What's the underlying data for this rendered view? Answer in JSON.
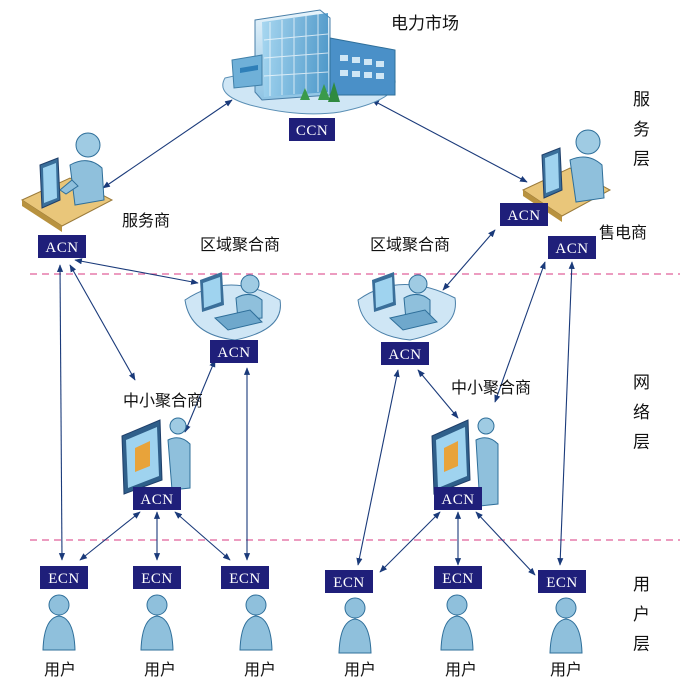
{
  "colors": {
    "node_fill": "#1f1f7a",
    "node_text": "#ffffff",
    "arrow": "#1a3a7a",
    "divider": "#e0609a",
    "person_body": "#8fc0dc",
    "person_dark": "#2f6f9a"
  },
  "market": {
    "label": "电力市场",
    "node": "CCN",
    "icon": "building-icon"
  },
  "layers": {
    "service": "服务层",
    "network": "网络层",
    "user": "用户层"
  },
  "labels": {
    "service_provider": "服务商",
    "seller": "售电商",
    "regional_left": "区域聚合商",
    "regional_right": "区域聚合商",
    "small_left": "中小聚合商",
    "small_right": "中小聚合商"
  },
  "nodes": {
    "acn_provider": "ACN",
    "acn_seller_a": "ACN",
    "acn_seller_b": "ACN",
    "acn_regional_left": "ACN",
    "acn_regional_right": "ACN",
    "acn_small_left": "ACN",
    "acn_small_right": "ACN",
    "ecn_1": "ECN",
    "ecn_2": "ECN",
    "ecn_3": "ECN",
    "ecn_4": "ECN",
    "ecn_5": "ECN",
    "ecn_6": "ECN"
  },
  "users": {
    "u1": "用户",
    "u2": "用户",
    "u3": "用户",
    "u4": "用户",
    "u5": "用户",
    "u6": "用户"
  }
}
